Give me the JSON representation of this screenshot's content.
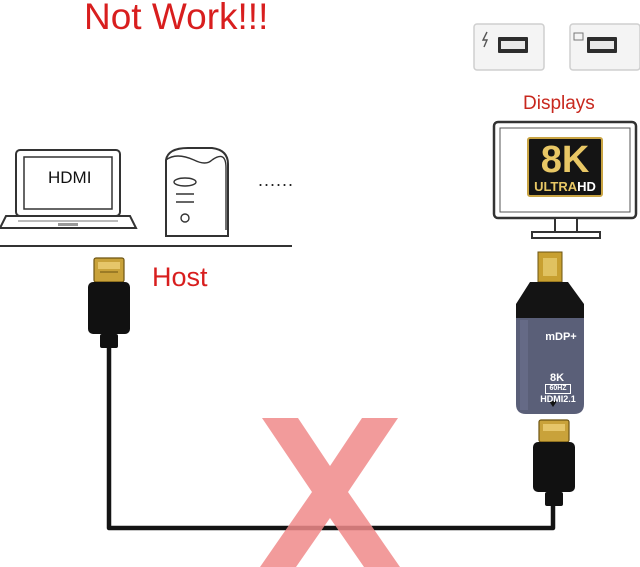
{
  "headline": "Not Work!!!",
  "host_label": "Host",
  "displays_label": "Displays",
  "laptop_screen_text": "HDMI",
  "ellipsis_text": "......",
  "badge": {
    "big": "8K",
    "ultra": "ULTRA",
    "hd": "HD"
  },
  "adapter": {
    "top_label": "mDP+",
    "resolution": "8K",
    "refresh": "60HZ",
    "port_label": "HDMI2.1"
  },
  "colors": {
    "title_red": "#d81e1e",
    "cross_red": "#f08a8a",
    "adapter_body": "#5a5f78",
    "badge_gold": "#e8c765"
  },
  "icons": [
    "thunderbolt-port-icon",
    "minidisplayport-icon",
    "laptop-icon",
    "desktop-tower-icon",
    "monitor-icon",
    "hdmi-plug-icon",
    "cross-mark-icon"
  ]
}
